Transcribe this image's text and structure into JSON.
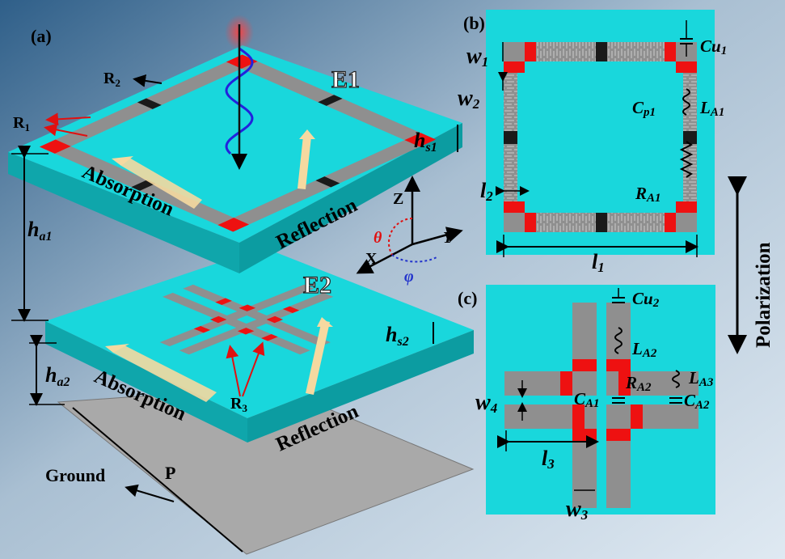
{
  "panels": {
    "a": "(a)",
    "b": "(b)",
    "c": "(c)"
  },
  "layers": {
    "e1": "E1",
    "e2": "E2",
    "ground": "Ground",
    "p": "P"
  },
  "words": {
    "absorption_top": "Absorption",
    "reflection_top": "Reflection",
    "absorption_bottom": "Absorption",
    "reflection_bottom": "Reflection",
    "polarization": "Polarization"
  },
  "resistors": {
    "r1": "R",
    "r1_sub": "1",
    "r2": "R",
    "r2_sub": "2",
    "r3": "R",
    "r3_sub": "3"
  },
  "axes": {
    "z": "Z",
    "x": "X",
    "y": "Y",
    "theta": "θ",
    "phi": "φ"
  },
  "dims": {
    "ha1": "h",
    "ha1_sub": "a1",
    "ha2": "h",
    "ha2_sub": "a2",
    "hs1": "h",
    "hs1_sub": "s1",
    "hs2": "h",
    "hs2_sub": "s2",
    "w1": "w",
    "w1_sub": "1",
    "w2": "w",
    "w2_sub": "2",
    "w3": "w",
    "w3_sub": "3",
    "w4": "w",
    "w4_sub": "4",
    "l1": "l",
    "l1_sub": "1",
    "l2": "l",
    "l2_sub": "2",
    "l3": "l",
    "l3_sub": "3"
  },
  "components": {
    "cu1": "Cu",
    "cu1_sub": "1",
    "cp1": "C",
    "cp1_sub": "p1",
    "la1": "L",
    "la1_sub": "A1",
    "ra1": "R",
    "ra1_sub": "A1",
    "cu2": "Cu",
    "cu2_sub": "2",
    "la2": "L",
    "la2_sub": "A2",
    "la3": "L",
    "la3_sub": "A3",
    "ra2": "R",
    "ra2_sub": "A2",
    "ca1": "C",
    "ca1_sub": "A1",
    "ca2": "C",
    "ca2_sub": "A2"
  },
  "colors": {
    "substrate": "#19d7dc",
    "substrate_side": "#0fa6ab",
    "metal": "#8f8f8f",
    "lumped_red": "#ee1111",
    "dark_patch": "#1a1a1a",
    "ground": "#a9a9a9",
    "wave": "#2222dd",
    "arrow_glow": "#f5d9a0"
  }
}
